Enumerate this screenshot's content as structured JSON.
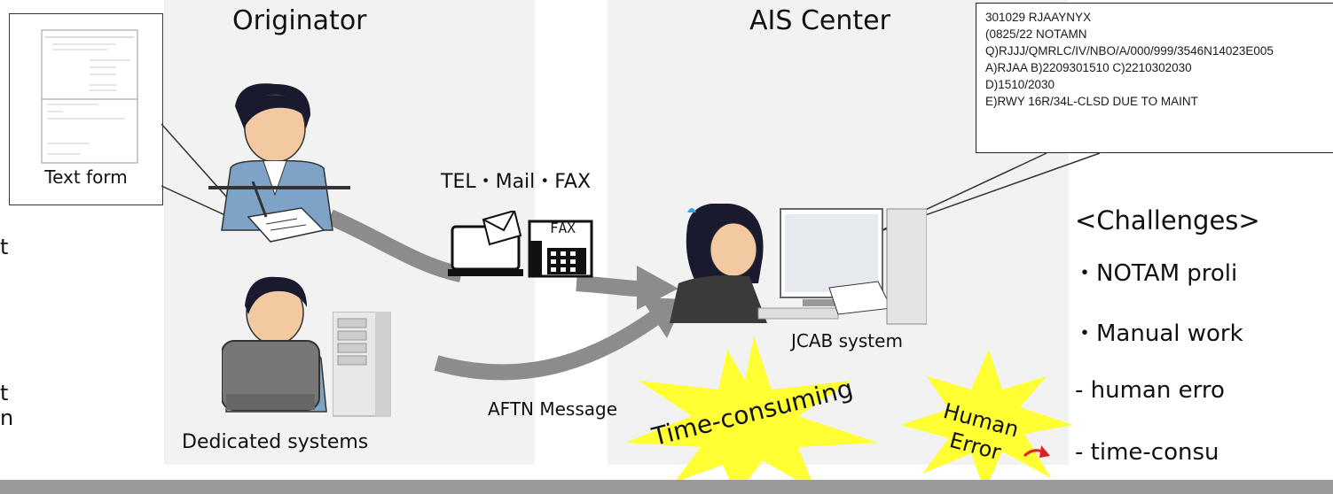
{
  "originator": {
    "title": "Originator",
    "text_form_label": "Text form",
    "dedicated_label": "Dedicated systems"
  },
  "channels": {
    "tel_mail_fax": "TEL・Mail・FAX",
    "fax_device_label": "FAX",
    "aftn": "AFTN Message"
  },
  "ais": {
    "title": "AIS Center",
    "system_label": "JCAB system"
  },
  "notam": {
    "lines": [
      "301029 RJAAYNYX",
      "(0825/22 NOTAMN",
      "Q)RJJJ/QMRLC/IV/NBO/A/000/999/3546N14023E005",
      "A)RJAA B)2209301510 C)2210302030",
      "D)1510/2030",
      "E)RWY 16R/34L-CLSD DUE TO MAINT"
    ]
  },
  "challenges": {
    "title": "<Challenges>",
    "items": [
      "・NOTAM proli",
      "・Manual work",
      " - human erro",
      " - time-consu"
    ]
  },
  "bursts": {
    "time": "Time-consuming",
    "human_line1": "Human",
    "human_line2": "Error"
  },
  "left_edge": {
    "fragment1": "t",
    "fragment2": "t",
    "fragment3": "n"
  },
  "colors": {
    "panel": "#f2f2f2",
    "arrow": "#8c8c8c",
    "burst": "#ffff33",
    "accent_red": "#e02020"
  }
}
